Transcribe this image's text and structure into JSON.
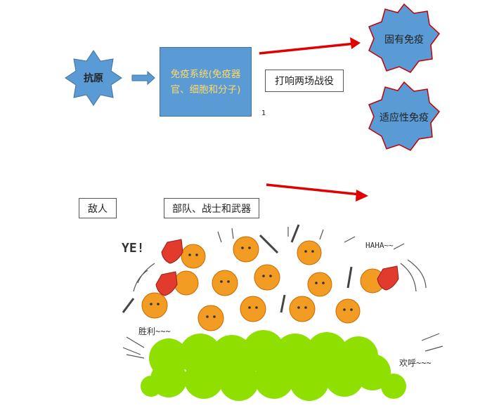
{
  "top": {
    "antigen_label": "抗原",
    "immune_system_label": "免疫系统(免疫器官、细胞和分子)",
    "battle_label": "打响两场战役",
    "footnote": "1",
    "innate_label": "固有免疫",
    "adaptive_label": "适应性免疫"
  },
  "bottom": {
    "enemy_label": "敌人",
    "army_label": "部队、战士和武器"
  },
  "cartoon": {
    "ye_text": "YE!",
    "haha_text": "HAHA~~",
    "victory_text": "胜利~~~",
    "cheer_text": "欢呼~~~"
  },
  "colors": {
    "star_fill": "#5b9bd5",
    "star_border": "#c00000",
    "arrow_red": "#e00000",
    "box_fill": "#5b9bd5",
    "box_text": "#ffd966",
    "germ_orange": "#f39c24",
    "cell_green": "#8fe000"
  }
}
